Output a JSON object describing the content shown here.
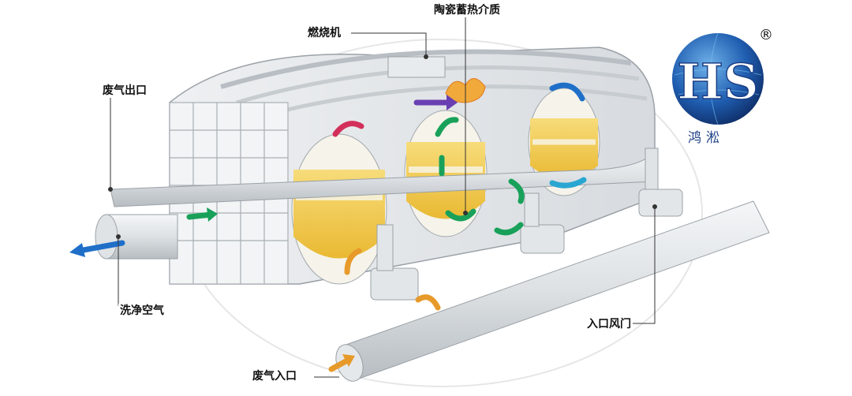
{
  "labels": {
    "ceramic_media": "陶瓷蓄热介质",
    "burner": "燃烧机",
    "exhaust_outlet": "废气出口",
    "clean_air": "洗净空气",
    "inlet_damper": "入口风门",
    "exhaust_inlet": "废气入口"
  },
  "logo": {
    "monogram": "HS",
    "registered_mark": "®",
    "brand_name": "鸿淞"
  },
  "colors": {
    "steel": "#dfe3e6",
    "steel_dark": "#b9bfc4",
    "media_yellow": "#f1c84a",
    "arrow_green": "#19a15a",
    "arrow_blue": "#1f6fc9",
    "arrow_orange": "#e79a2a",
    "arrow_purple": "#6a3fb2",
    "arrow_red": "#d2305a",
    "logo_blue": "#1b3f86"
  }
}
